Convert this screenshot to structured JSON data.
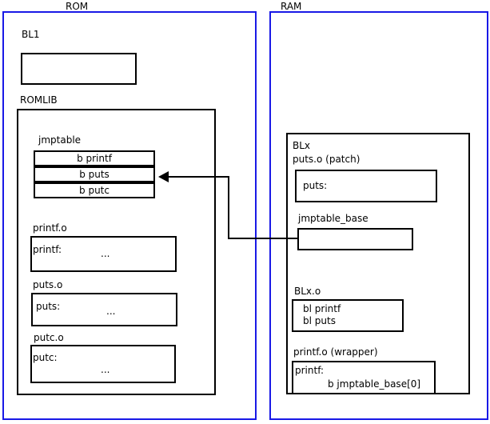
{
  "diagram": {
    "title_hidden": "",
    "regions": [
      {
        "id": "rom",
        "label": "ROM",
        "color": "#1919e6"
      },
      {
        "id": "ram",
        "label": "RAM",
        "color": "#1919e6"
      }
    ],
    "rom": {
      "label": "ROM",
      "bl1": {
        "label": "BL1",
        "body": ""
      },
      "romlib": {
        "label": "ROMLIB",
        "jmptable": {
          "label": "jmptable",
          "entries": [
            "b printf",
            "b puts",
            "b putc"
          ]
        },
        "objects": [
          {
            "label": "printf.o",
            "symbol": "printf:",
            "ellipsis": "..."
          },
          {
            "label": "puts.o",
            "symbol": "puts:",
            "ellipsis": "..."
          },
          {
            "label": "putc.o",
            "symbol": "putc:",
            "ellipsis": "..."
          }
        ]
      }
    },
    "ram": {
      "label": "RAM",
      "blx": {
        "label": "BLx",
        "puts_patch": {
          "label": "puts.o (patch)",
          "symbol": "puts:"
        },
        "jmptable_base": {
          "label": "jmptable_base",
          "body": ""
        },
        "blx_o": {
          "label": "BLx.o",
          "lines": [
            "bl printf",
            "bl puts"
          ]
        },
        "printf_wrapper": {
          "label": "printf.o (wrapper)",
          "symbol": "printf:",
          "instruction": "b jmptable_base[0]"
        }
      }
    },
    "arrow": {
      "name": "jmptable-base-to-jmptable-puts",
      "from": "jmptable_base",
      "to": "b puts",
      "color": "#000000"
    }
  }
}
